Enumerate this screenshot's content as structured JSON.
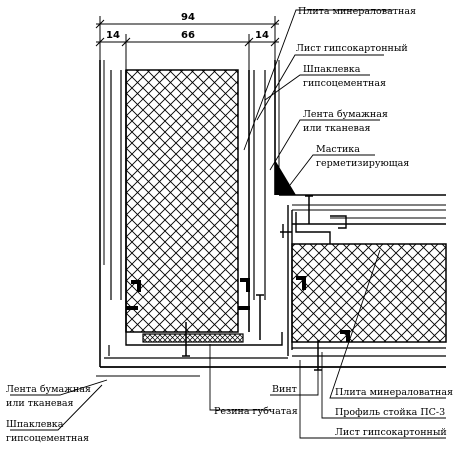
{
  "dimensions": {
    "overall": "94",
    "left_board": "14",
    "insulation": "66",
    "right_board": "14"
  },
  "labels": {
    "mineral_plate_top": "Плита минераловатная",
    "gypsum_sheet_top": "Лист гипсокартонный",
    "putty_top_1": "Шпаклевка",
    "putty_top_2": "гипсоцементная",
    "tape_top_1": "Лента бумажная",
    "tape_top_2": "или тканевая",
    "mastic_1": "Мастика",
    "mastic_2": "герметизирующая",
    "tape_bottom_1": "Лента бумажная",
    "tape_bottom_2": "или тканевая",
    "putty_bottom_1": "Шпаклевка",
    "putty_bottom_2": "гипсоцементная",
    "screw": "Винт",
    "sponge_rubber": "Резина губчатая",
    "mineral_plate_bottom": "Плита минераловатная",
    "profile_post": "Профиль стойка ПС-3",
    "gypsum_sheet_bottom": "Лист гипсокартонный"
  }
}
